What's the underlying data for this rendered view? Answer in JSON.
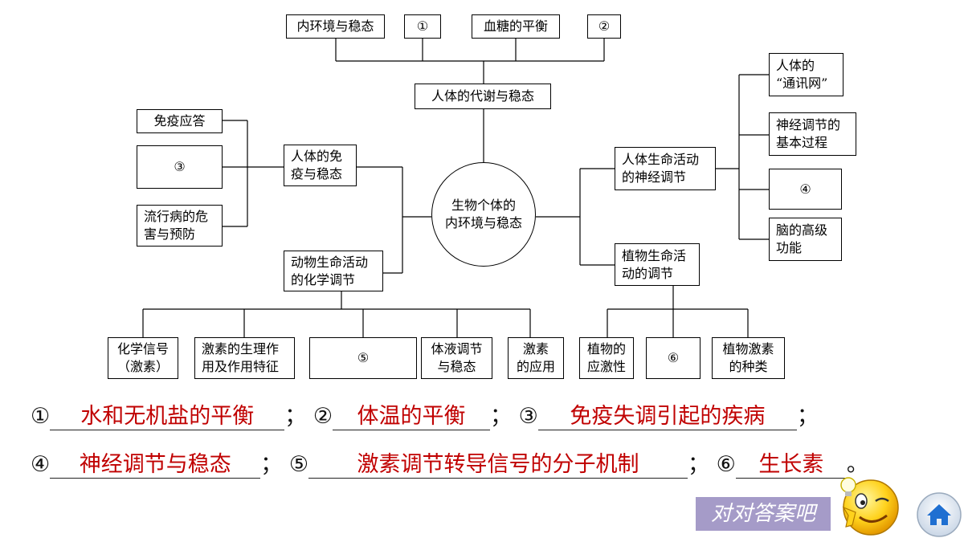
{
  "diagram": {
    "center": "生物个体的\n内环境与稳态",
    "top_parent": "人体的代谢与稳态",
    "top_children": [
      "内环境与稳态",
      "①",
      "血糖的平衡",
      "②"
    ],
    "immune_parent": "人体的免\n疫与稳态",
    "immune_children": [
      "免疫应答",
      "③",
      "流行病的危\n害与预防"
    ],
    "neural_parent": "人体生命活动\n的神经调节",
    "neural_children": [
      "人体的\n“通讯网”",
      "神经调节的\n基本过程",
      "④",
      "脑的高级\n功能"
    ],
    "chemical_parent": "动物生命活动\n的化学调节",
    "chemical_children": [
      "化学信号\n（激素）",
      "激素的生理作\n用及作用特征",
      "⑤",
      "体液调节\n与稳态",
      "激素\n的应用"
    ],
    "plant_parent": "植物生命活\n动的调节",
    "plant_children": [
      "植物的\n应激性",
      "⑥",
      "植物激素\n的种类"
    ]
  },
  "answers": {
    "line1": [
      {
        "num": "①",
        "text": "水和无机盐的平衡",
        "sep": "；"
      },
      {
        "num": "②",
        "text": "体温的平衡",
        "sep": "；"
      },
      {
        "num": "③",
        "text": "免疫失调引起的疾病",
        "sep": "；"
      }
    ],
    "line2": [
      {
        "num": "④",
        "text": "神经调节与稳态",
        "sep": "；"
      },
      {
        "num": "⑤",
        "text": "激素调节转导信号的分子机制",
        "sep": "；"
      },
      {
        "num": "⑥",
        "text": "生长素",
        "sep": "。"
      }
    ]
  },
  "buttons": {
    "check_answer": "对对答案吧"
  },
  "icons": {
    "smiley": "smiley-lightbulb-icon",
    "home": "home-icon"
  },
  "colors": {
    "answer_text": "#c00000",
    "button_bg": "#a59bc8",
    "home_blue": "#1f6fd1"
  }
}
